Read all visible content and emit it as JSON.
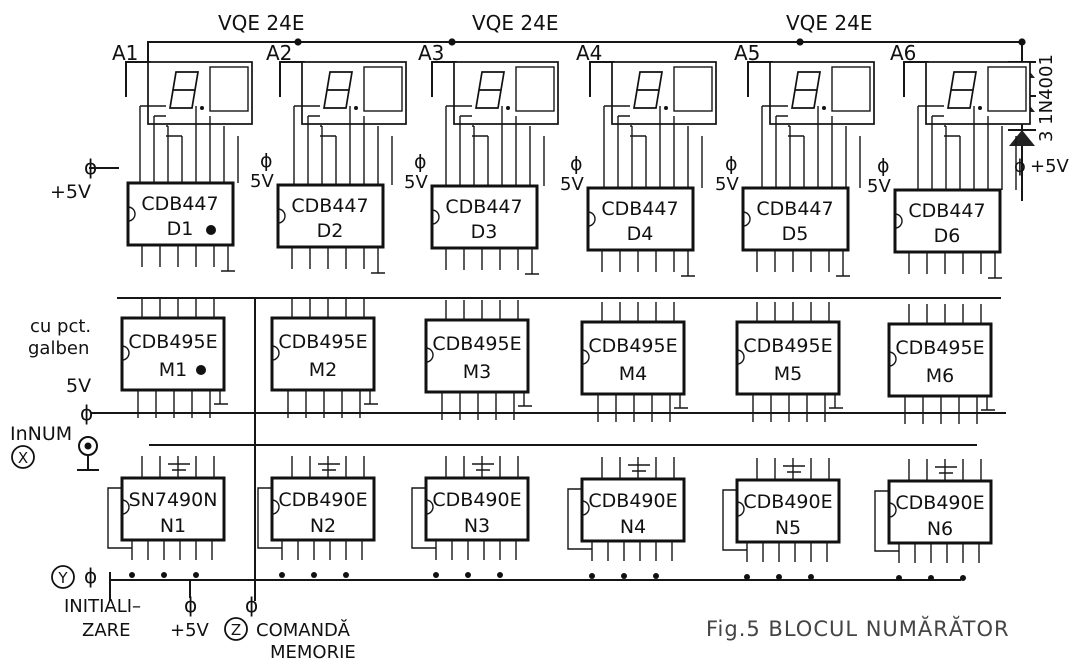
{
  "rails": {
    "display_supply_labels": [
      "VQE 24E",
      "VQE 24E",
      "VQE 24E"
    ]
  },
  "displays": [
    "A1",
    "A2",
    "A3",
    "A4",
    "A5",
    "A6"
  ],
  "supply_labels": [
    "+5V",
    "5V",
    "5V",
    "5V",
    "5V",
    "5V"
  ],
  "decoders": [
    {
      "part": "CDB447",
      "ref": "D1"
    },
    {
      "part": "CDB447",
      "ref": "D2"
    },
    {
      "part": "CDB447",
      "ref": "D3"
    },
    {
      "part": "CDB447",
      "ref": "D4"
    },
    {
      "part": "CDB447",
      "ref": "D5"
    },
    {
      "part": "CDB447",
      "ref": "D6"
    }
  ],
  "memories": [
    {
      "part": "CDB495E",
      "ref": "M1"
    },
    {
      "part": "CDB495E",
      "ref": "M2"
    },
    {
      "part": "CDB495E",
      "ref": "M3"
    },
    {
      "part": "CDB495E",
      "ref": "M4"
    },
    {
      "part": "CDB495E",
      "ref": "M5"
    },
    {
      "part": "CDB495E",
      "ref": "M6"
    }
  ],
  "counters": [
    {
      "part": "SN7490N",
      "ref": "N1"
    },
    {
      "part": "CDB490E",
      "ref": "N2"
    },
    {
      "part": "CDB490E",
      "ref": "N3"
    },
    {
      "part": "CDB490E",
      "ref": "N4"
    },
    {
      "part": "CDB490E",
      "ref": "N5"
    },
    {
      "part": "CDB490E",
      "ref": "N6"
    }
  ],
  "diodes": {
    "label": "3 1N4001",
    "supply": "+5V"
  },
  "left_labels": {
    "marker_note_1": "cu pct.",
    "marker_note_2": "galben",
    "supply_5v": "5V",
    "input_name": "InNUM",
    "input_marker": "X",
    "reset_marker": "Y",
    "reset_line_1": "INITIALI–",
    "reset_line_2": "ZARE",
    "bottom_supply": "+5V",
    "command_marker": "Z",
    "command_line_1": "COMANDĂ",
    "command_line_2": "MEMORIE"
  },
  "caption": "Fig.5  BLOCUL NUMĂRĂTOR"
}
